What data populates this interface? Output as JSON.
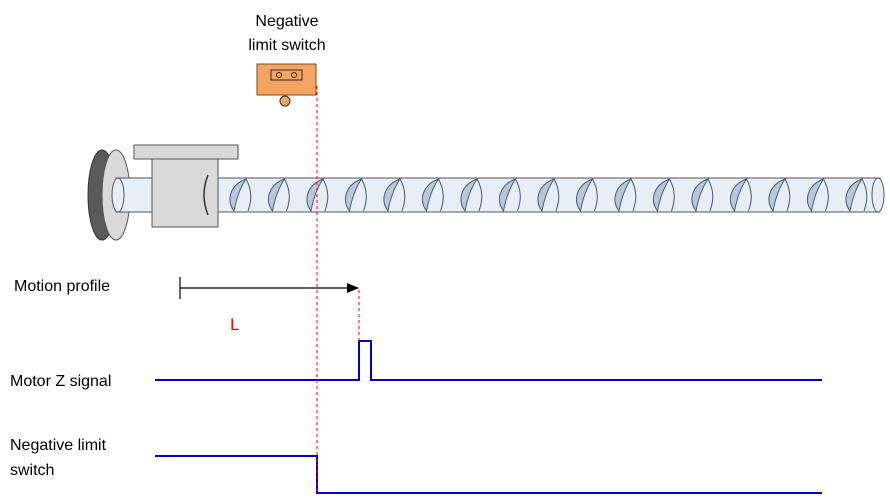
{
  "labels": {
    "switch_title_line1": "Negative",
    "switch_title_line2": "limit switch",
    "motion_profile": "Motion profile",
    "distance": "L",
    "motor_z_signal": "Motor Z signal",
    "neg_limit_line1": "Negative limit",
    "neg_limit_line2": "switch"
  },
  "colors": {
    "signal_blue": "#0000CC",
    "marker_red": "#FF0000",
    "switch_orange": "#F4A460",
    "screw_blue": "#B8C8DC",
    "screw_dark": "#8FA4C0",
    "nut_gray": "#D9D9D9",
    "wheel_gray": "#5A5A5A"
  },
  "icons": {
    "limit_switch": "limit-switch-icon",
    "ball_screw": "ball-screw-icon"
  }
}
